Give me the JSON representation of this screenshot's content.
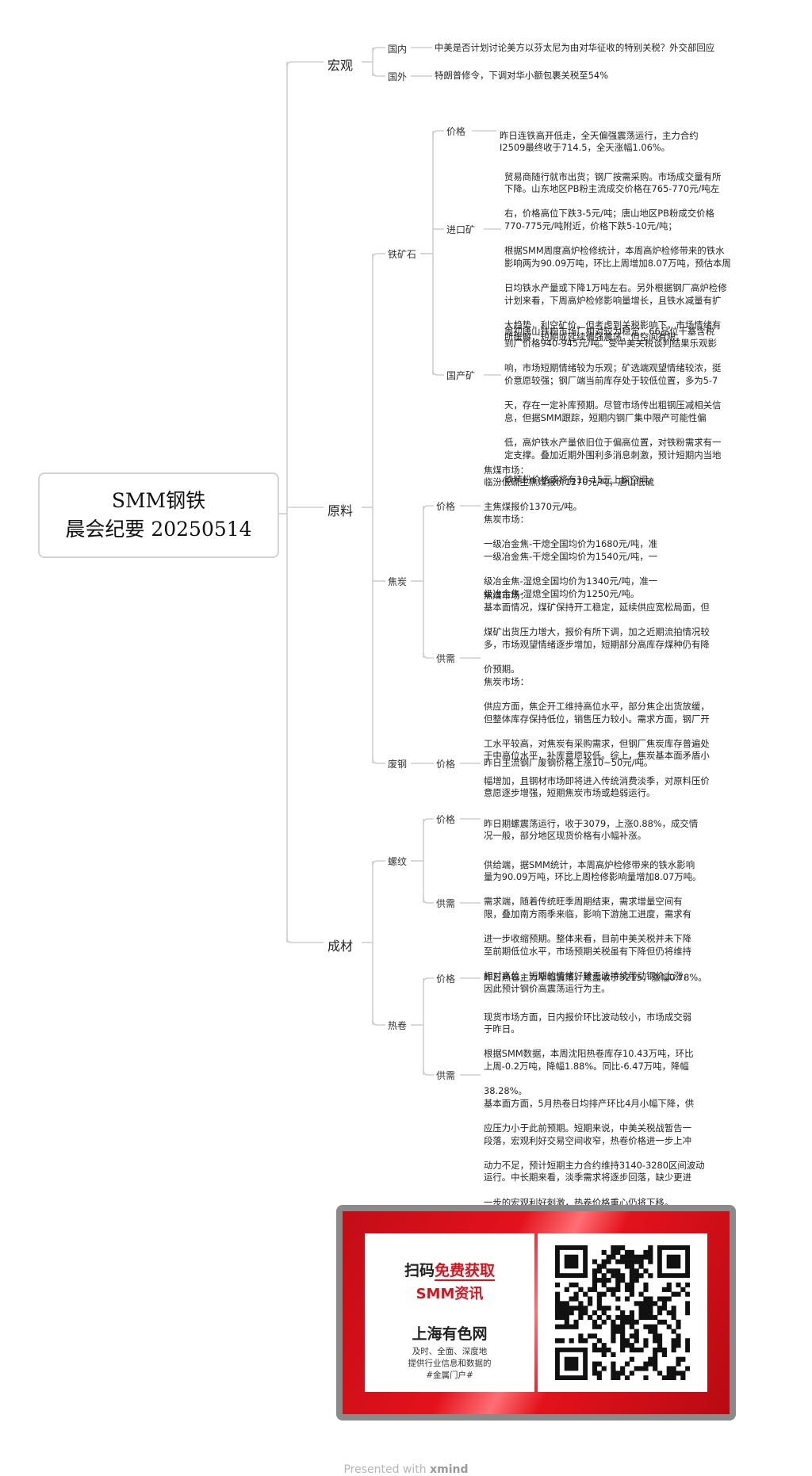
{
  "root": {
    "line1": "SMM钢铁",
    "line2": "晨会纪要 20250514"
  },
  "macro": {
    "label": "宏观",
    "domestic": {
      "label": "国内",
      "text": "中美是否计划讨论美方以芬太尼为由对华征收的特别关税？外交部回应"
    },
    "foreign": {
      "label": "国外",
      "text": "特朗普修令，下调对华小额包裹关税至54%"
    }
  },
  "raw": {
    "label": "原料",
    "ore": {
      "label": "铁矿石",
      "price": {
        "label": "价格",
        "lines": [
          "昨日连铁高开低走，全天偏强震荡运行，主力合约",
          "I2509最终收于714.5，全天涨幅1.06%。"
        ]
      },
      "import": {
        "label": "进口矿",
        "lines": [
          "贸易商随行就市出货；钢厂按需采购。市场成交量有所",
          "下降。山东地区PB粉主流成交价格在765-770元/吨左",
          "右，价格高位下跌3-5元/吨；唐山地区PB粉成交价格",
          "770-775元/吨附近，价格下跌5-10元/吨；",
          "根据SMM周度高炉检修统计，本周高炉检修带来的铁水",
          "影响两为90.09万吨，环比上周增加8.07万吨，预估本周",
          "日均铁水产量或下降1万吨左右。另外根据钢厂高炉检修",
          "计划来看，下周高炉检修影响量增长，且铁水减量有扩",
          "大趋势，利空矿价。但考虑到关税影响下，市场情绪有",
          "所缓解，短期或延续偏强震荡，但空间有限。"
        ]
      },
      "domestic": {
        "label": "国产矿",
        "lines": [
          "周初唐山铁粉市场厂相对较为稳定，66品位干基含税",
          "到厂价格940-945元/吨。受中美关税谈判结果乐观影",
          "响，市场短期情绪较为乐观；矿选端观望情绪较浓，挺",
          "价意愿较强；钢厂端当前库存处于较低位置，多为5-7",
          "天，存在一定补库预期。尽管市场传出粗钢压减相关信",
          "息，但据SMM跟踪，短期内钢厂集中限产可能性偏",
          "低，高炉铁水产量依旧位于偏高位置，对铁粉需求有一",
          "定支撑。叠加近期外围利多消息刺激，预计短期内当地",
          "铁精粉价格或将有10-15元上探空间。"
        ]
      }
    },
    "coke": {
      "label": "焦炭",
      "price": {
        "label": "价格",
        "lines": [
          "焦煤市场：",
          "临汾低硫主焦煤报价1270元/吨，唐山低硫",
          "主焦煤报价1370元/吨。",
          "焦炭市场：",
          "一级冶金焦-干熄全国均价为1680元/吨，准",
          "一级冶金焦-干熄全国均价为1540元/吨，一",
          "级冶金焦-湿熄全国均价为1340元/吨，准一",
          "级冶金焦-湿熄全国均价为1250元/吨。"
        ]
      },
      "supply": {
        "label": "供需",
        "lines": [
          "焦煤市场：",
          "基本面情况，煤矿保持开工稳定，延续供应宽松局面，但",
          "煤矿出货压力增大，报价有所下调，加之近期流拍情况较",
          "多，市场观望情绪逐步增加，短期部分高库存煤种仍有降",
          "价预期。",
          "焦炭市场：",
          "供应方面，焦企开工维持高位水平，部分焦企出货放缓，",
          "但整体库存保持低位，销售压力较小。需求方面，钢厂开",
          "工水平较高，对焦炭有采购需求，但钢厂焦炭库存普遍处",
          "于中高位水平，补库意愿较低。综上，焦炭基本面矛盾小",
          "幅增加，且钢材市场即将进入传统消费淡季，对原料压价",
          "意愿逐步增强，短期焦炭市场或趋弱运行。"
        ]
      }
    },
    "scrap": {
      "label": "废钢",
      "price": {
        "label": "价格",
        "text": "昨日主流钢厂废钢价格上涨10~50元/吨。"
      }
    }
  },
  "finished": {
    "label": "成材",
    "rebar": {
      "label": "螺纹",
      "price": {
        "label": "价格",
        "lines": [
          "昨日期螺震荡运行，收于3079，上涨0.88%，成交情",
          "况一般，部分地区现货价格有小幅补涨。"
        ]
      },
      "supply": {
        "label": "供需",
        "lines": [
          "供给端，据SMM统计，本周高炉检修带来的铁水影响",
          "量为90.09万吨，环比上周检修影响量增加8.07万吨。",
          "需求端，随着传统旺季周期结束，需求增量空间有",
          "限，叠加南方雨季来临，影响下游施工进度，需求有",
          "进一步收缩预期。整体来看，目前中美关税并未下降",
          "至前期低位水平，市场预期关税虽有下降但仍将维持",
          "相对高位，短期的情绪好转无法持续带动钢价上涨，",
          "因此预计钢价高震荡运行为主。"
        ]
      }
    },
    "hrc": {
      "label": "热卷",
      "price": {
        "label": "价格",
        "text": "昨日热卷主力窄幅震荡，尾盘收于3215，涨幅0.78%。"
      },
      "supply": {
        "label": "供需",
        "lines": [
          "现货市场方面，日内报价环比波动较小，市场成交弱",
          "于昨日。",
          "根据SMM数据，本周沈阳热卷库存10.43万吨，环比",
          "上周-0.2万吨，降幅1.88%。同比-6.47万吨，降幅",
          "38.28%。",
          "基本面方面，5月热卷日均排产环比4月小幅下降，供",
          "应压力小于此前预期。短期来说，中美关税战暂告一",
          "段落，宏观利好交易空间收窄，热卷价格进一步上冲",
          "动力不足，预计短期主力合约维持3140-3280区间波动",
          "运行。中长期来看，淡季需求将逐步回落，缺少更进",
          "一步的宏观利好刺激，热卷价格重心仍将下移。"
        ]
      }
    }
  },
  "promo": {
    "title_a": "扫码",
    "title_b": "免费获取",
    "subtitle": "SMM资讯",
    "brand": "上海有色网",
    "desc_lines": [
      "及时、全面、深度地",
      "提供行业信息和数据的",
      "#金属门户#"
    ]
  },
  "footer": {
    "pre": "Presented with ",
    "brand": "xmind"
  },
  "colors": {
    "line": "#cfcfcf",
    "accent": "#d9121b"
  }
}
